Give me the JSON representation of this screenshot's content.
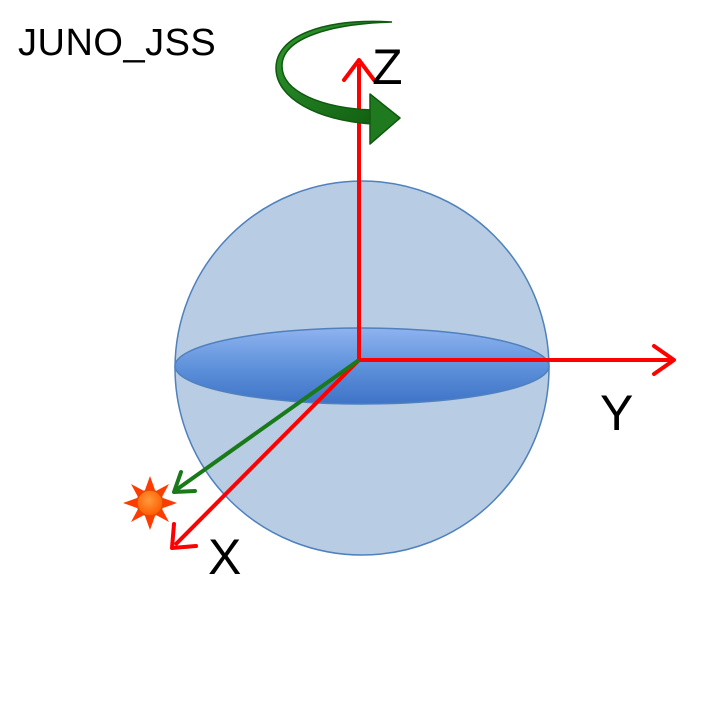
{
  "title": "JUNO_JSS",
  "axes": {
    "z_label": "Z",
    "y_label": "Y",
    "x_label": "X"
  },
  "colors": {
    "axis": "#ff0000",
    "sun_direction": "#1a7a1a",
    "rotation_arrow": "#1f7a1f",
    "sphere_fill": "#b8cce4",
    "sphere_stroke": "#4f81bd",
    "equator_fill": "#5b8fd9",
    "sun": "#ff6600"
  },
  "icons": {
    "sun": "sun-icon",
    "rotation": "rotation-arrow-icon"
  }
}
